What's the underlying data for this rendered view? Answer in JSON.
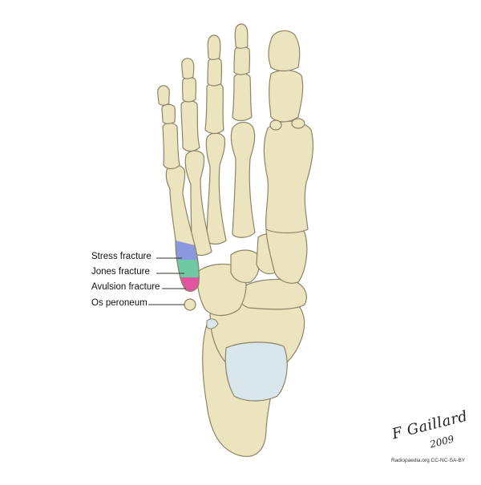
{
  "labels": {
    "stress": "Stress fracture",
    "jones": "Jones fracture",
    "avulsion": "Avulsion fracture",
    "os_peroneum": "Os peroneum"
  },
  "signature": {
    "name": "F Gaillard",
    "year": "2009"
  },
  "credit": "Radiopaedia.org CC-NC-SA-BY",
  "colors": {
    "bone": "#ece3bf",
    "bone_outline": "#8d8466",
    "cartilage": "#d9e6ec",
    "stress_zone": "#7f8fe0",
    "jones_zone": "#62c6a0",
    "avulsion_zone": "#e0449a",
    "leader": "#333333"
  }
}
